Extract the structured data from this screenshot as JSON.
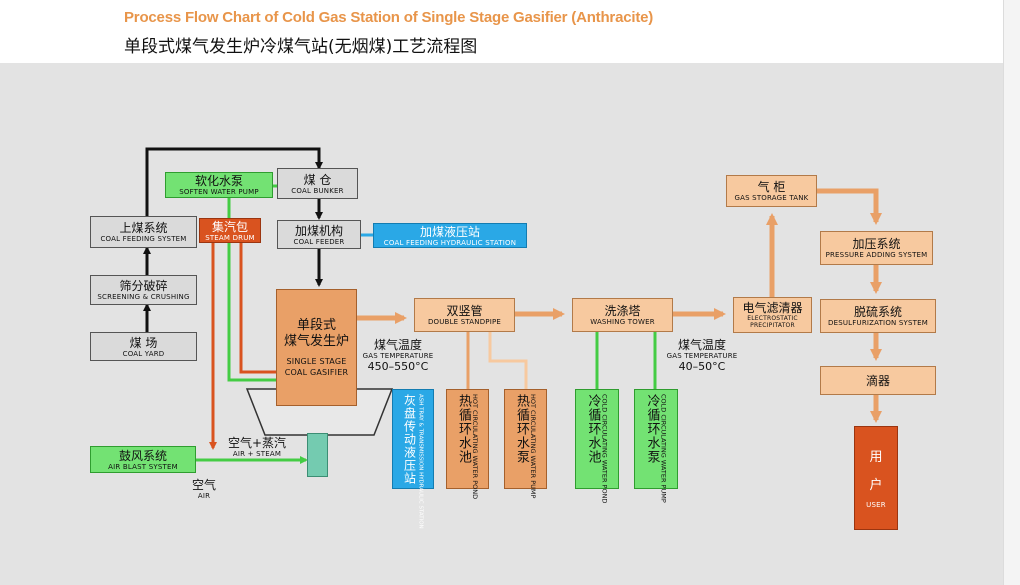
{
  "title_en": "Process Flow Chart of Cold Gas Station of Single Stage Gasifier (Anthracite)",
  "title_cn": "单段式煤气发生炉冷煤气站(无烟煤)工艺流程图",
  "boxes": {
    "soften_pump": {
      "cn": "软化水泵",
      "en": "SOFTEN WATER PUMP"
    },
    "coal_bunker": {
      "cn": "煤 仓",
      "en": "COAL BUNKER"
    },
    "coal_feeding_system": {
      "cn": "上煤系统",
      "en": "COAL FEEDING SYSTEM"
    },
    "steam_drum": {
      "cn": "集汽包",
      "en": "STEAM DRUM"
    },
    "coal_feeder": {
      "cn": "加煤机构",
      "en": "COAL FEEDER"
    },
    "hydraulic_station": {
      "cn": "加煤液压站",
      "en": "COAL FEEDING HYDRAULIC STATION"
    },
    "screening": {
      "cn": "筛分破碎",
      "en": "SCREENING & CRUSHING"
    },
    "coal_yard": {
      "cn": "煤 场",
      "en": "COAL YARD"
    },
    "gasifier": {
      "cn1": "单段式",
      "cn2": "煤气发生炉",
      "en1": "SINGLE STAGE",
      "en2": "COAL GASIFIER"
    },
    "double_standpipe": {
      "cn": "双竖管",
      "en": "DOUBLE STANDPIPE"
    },
    "washing_tower": {
      "cn": "洗涤塔",
      "en": "WASHING TOWER"
    },
    "electrostatic": {
      "cn": "电气滤清器",
      "en1": "ELECTROSTATIC",
      "en2": "PRECIPITATOR"
    },
    "gas_storage": {
      "cn": "气 柜",
      "en": "GAS STORAGE TANK"
    },
    "pressure_adding": {
      "cn": "加压系统",
      "en": "PRESSURE ADDING SYSTEM"
    },
    "desulfurization": {
      "cn": "脱硫系统",
      "en": "DESULFURIZATION SYSTEM"
    },
    "dripper": {
      "cn": "滴器"
    },
    "user": {
      "cn1": "用",
      "cn2": "户",
      "en": "USER"
    },
    "air_blast": {
      "cn": "鼓风系统",
      "en": "AIR BLAST SYSTEM"
    },
    "ash_tray": {
      "cn": "灰盘传动液压站",
      "en": "ASH TRAY & TRANSMISSION HYDRAULIC STATION"
    },
    "hot_pond": {
      "cn": "热循环水池",
      "en": "HOT CIRCULATING WATER POND"
    },
    "hot_pump": {
      "cn": "热循环水泵",
      "en": "HOT CIRCULATING WATER PUMP"
    },
    "cold_pond": {
      "cn": "冷循环水池",
      "en": "COLD CIRCULATING WATER POND"
    },
    "cold_pump": {
      "cn": "冷循环水泵",
      "en": "COLD CIRCULATING WATER PUMP"
    }
  },
  "labels": {
    "gas_temp1": {
      "cn": "煤气温度",
      "en": "GAS TEMPERATURE",
      "val": "450–550°C"
    },
    "gas_temp2": {
      "cn": "煤气温度",
      "en": "GAS TEMPERATURE",
      "val": "40–50°C"
    },
    "air_steam": {
      "cn": "空气+蒸汽",
      "en": "AIR + STEAM"
    },
    "air": {
      "cn": "空气",
      "en": "AIR"
    }
  },
  "colors": {
    "orange_flow": "#e9a067",
    "green_flow": "#44cc44",
    "red_flow": "#d9531f",
    "peach_flow": "#f7c99f",
    "black_flow": "#111111",
    "title_orange": "#e8954a"
  }
}
